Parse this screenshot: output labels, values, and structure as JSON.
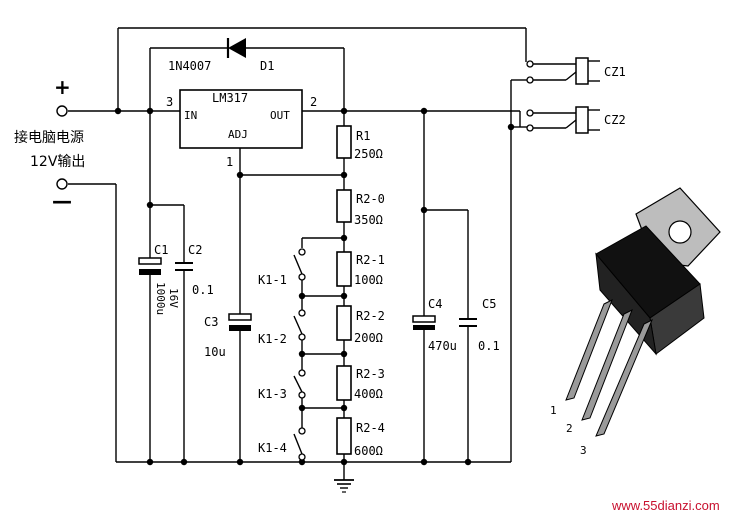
{
  "input": {
    "plus": "+",
    "minus": "—",
    "caption_line1": "接电脑电源",
    "caption_line2": "12V输出"
  },
  "regulator": {
    "name": "LM317",
    "pin_in": "IN",
    "pin_out": "OUT",
    "pin_adj": "ADJ",
    "pin1": "1",
    "pin2": "2",
    "pin3": "3"
  },
  "diode": {
    "part": "1N4007",
    "ref": "D1"
  },
  "resistors": [
    {
      "ref": "R1",
      "value": "250Ω"
    },
    {
      "ref": "R2-0",
      "value": "350Ω"
    },
    {
      "ref": "R2-1",
      "value": "100Ω"
    },
    {
      "ref": "R2-2",
      "value": "200Ω"
    },
    {
      "ref": "R2-3",
      "value": "400Ω"
    },
    {
      "ref": "R2-4",
      "value": "600Ω"
    }
  ],
  "switches": [
    "K1-1",
    "K1-2",
    "K1-3",
    "K1-4"
  ],
  "capacitors": [
    {
      "ref": "C1",
      "value": "1000u",
      "voltage": "16V"
    },
    {
      "ref": "C2",
      "value": "0.1"
    },
    {
      "ref": "C3",
      "value": "10u"
    },
    {
      "ref": "C4",
      "value": "470u"
    },
    {
      "ref": "C5",
      "value": "0.1"
    }
  ],
  "connectors": [
    "CZ1",
    "CZ2"
  ],
  "package_pins": [
    "1",
    "2",
    "3"
  ],
  "watermark": "www.55dianzi.com"
}
